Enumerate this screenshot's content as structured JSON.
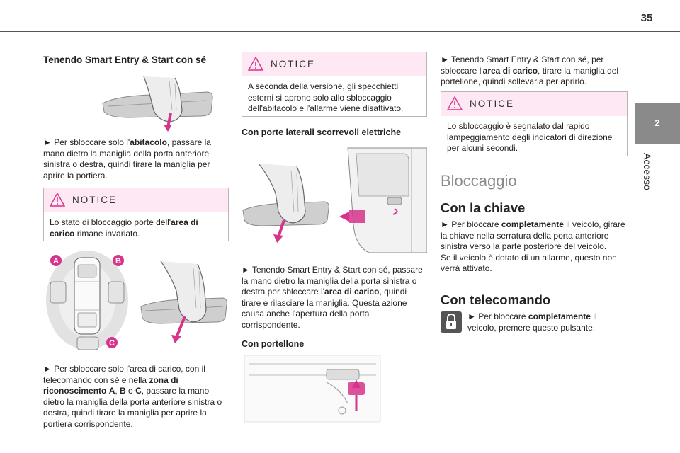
{
  "page": {
    "number": "35"
  },
  "side_tab": {
    "chapter": "2",
    "label": "Accesso"
  },
  "col1": {
    "heading": "Tenendo Smart Entry & Start con sé",
    "para1": {
      "a": "► Per sbloccare solo l'",
      "b": "abitacolo",
      "c": ", passare la mano dietro la maniglia della porta anteriore sinistra o destra, quindi tirare la maniglia per aprire la portiera."
    },
    "notice": {
      "title": "NOTICE",
      "a": "Lo stato di bloccaggio porte dell'",
      "b": "area di carico",
      "c": " rimane invariato."
    },
    "zone_labels": [
      "A",
      "B",
      "C"
    ],
    "para2": {
      "a": "► Per sbloccare solo l'area di carico, con il telecomando con sé e nella ",
      "b": "zona di riconoscimento",
      "c": " ",
      "d": "A",
      "e": ", ",
      "f": "B",
      "g": " o ",
      "h": "C",
      "i": ", passare la mano dietro la maniglia della porta anteriore sinistra o destra, quindi tirare la maniglia per aprire la portiera corrispondente."
    }
  },
  "col2": {
    "notice": {
      "title": "NOTICE",
      "text": "A seconda della versione, gli specchietti esterni si aprono solo allo sbloccaggio dell'abitacolo e l'allarme viene disattivato."
    },
    "subhead1": "Con porte laterali scorrevoli elettriche",
    "para1": {
      "a": "► Tenendo Smart Entry & Start con sé, passare la mano dietro la maniglia della porta sinistra o destra per sbloccare l'",
      "b": "area di carico",
      "c": ", quindi tirare e rilasciare la maniglia. Questa azione causa anche l'apertura della porta corrispondente."
    },
    "subhead2": "Con portellone"
  },
  "col3": {
    "para1": {
      "a": "► Tenendo Smart Entry & Start con sé, per sbloccare l'",
      "b": "area di carico",
      "c": ", tirare la maniglia del portellone, quindi sollevarla per aprirlo."
    },
    "notice": {
      "title": "NOTICE",
      "text": "Lo sbloccaggio è segnalato dal rapido lampeggiamento degli indicatori di direzione per alcuni secondi."
    },
    "heading_big": "Bloccaggio",
    "heading_key": "Con la chiave",
    "para2": {
      "a": "► Per bloccare ",
      "b": "completamente",
      "c": " il veicolo, girare la chiave nella serratura della porta anteriore sinistra verso la parte posteriore del veicolo.",
      "d": "Se il veicolo è dotato di un allarme, questo non verrà attivato."
    },
    "heading_remote": "Con telecomando",
    "para3": {
      "a": "► Per bloccare ",
      "b": "completamente",
      "c": " il veicolo, premere questo pulsante."
    }
  },
  "colors": {
    "notice_header": "#fde8f3",
    "warning_icon": "#d6338a",
    "illus_pink": "#d6338a",
    "side_tab": "#8a8a8a"
  }
}
